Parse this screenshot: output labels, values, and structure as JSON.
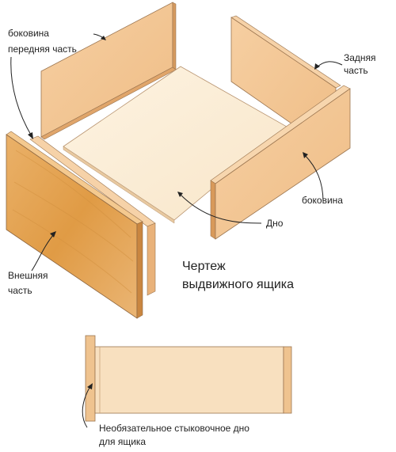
{
  "title": {
    "line1": "Чертеж",
    "line2": "выдвижного ящика"
  },
  "labels": {
    "side_left": "боковина",
    "front_inner_part": "передняя часть",
    "back_line1": "Задняя",
    "back_line2": "часть",
    "side_right": "боковина",
    "bottom": "Дно",
    "outer_line1": "Внешняя",
    "outer_line2": "часть",
    "optional_line1": "Необязательное стыковочное дно",
    "optional_line2": "для ящика"
  },
  "colors": {
    "wood_light": "#f3c79a",
    "wood_mid": "#e8ae72",
    "wood_edge": "#d89a5a",
    "outer_panel": "#e2a24e",
    "bottom_panel": "#fbeed8",
    "outline": "#8a6a4a",
    "arrow": "#222222"
  }
}
